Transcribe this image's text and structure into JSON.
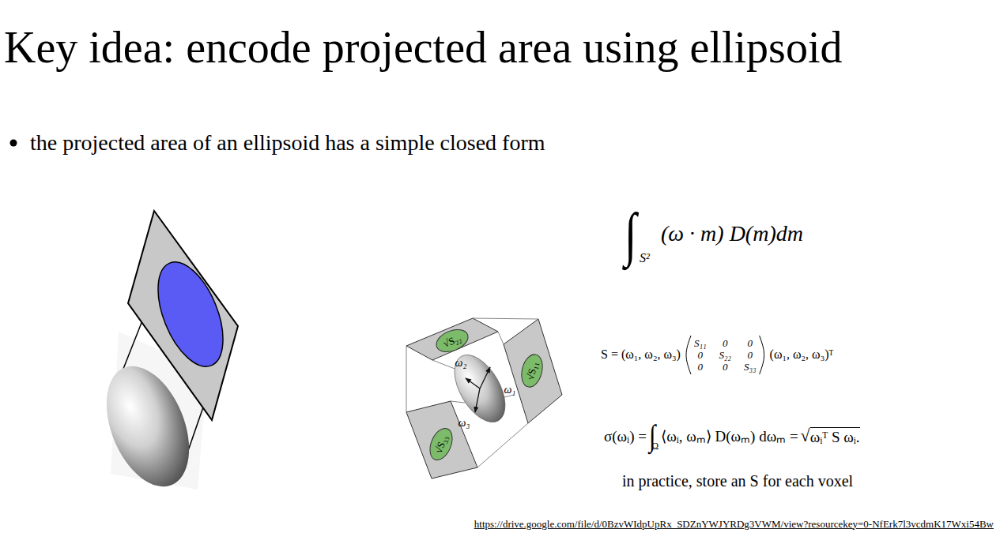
{
  "diagram": {
    "title": "Key idea: encode projected area using ellipsoid",
    "nodes": [
      {
        "text": [
          "√S₂₂"
        ]
      },
      {
        "text": [
          "√S₁₁"
        ]
      },
      {
        "text": [
          "√S₃₃"
        ]
      }
    ],
    "labels": [
      "the projected area of an ellipsoid has a simple closed form",
      "∫",
      "S²",
      "(ω · m) D(m)dm",
      "ω₂",
      "ω₁",
      "ω₃",
      "S = (ω₁, ω₂, ω₃)",
      "S₁₁",
      "0",
      "0",
      "0",
      "S₂₂",
      "0",
      "0",
      "0",
      "S₃₃",
      "(ω₁, ω₂, ω₃)ᵀ",
      "σ(ωᵢ) =",
      "∫",
      "Ω",
      "⟨ωᵢ, ωₘ⟩ D(ωₘ) dωₘ =",
      "√",
      "ωᵢᵀ S ωᵢ.",
      "in practice, store an S for each voxel",
      "https://drive.google.com/file/d/0BzvWIdpUpRx_SDZnYWJYRDg3VWM/view?resourcekey=0-NfErk7l3vcdmK17Wxi54Bw"
    ]
  }
}
